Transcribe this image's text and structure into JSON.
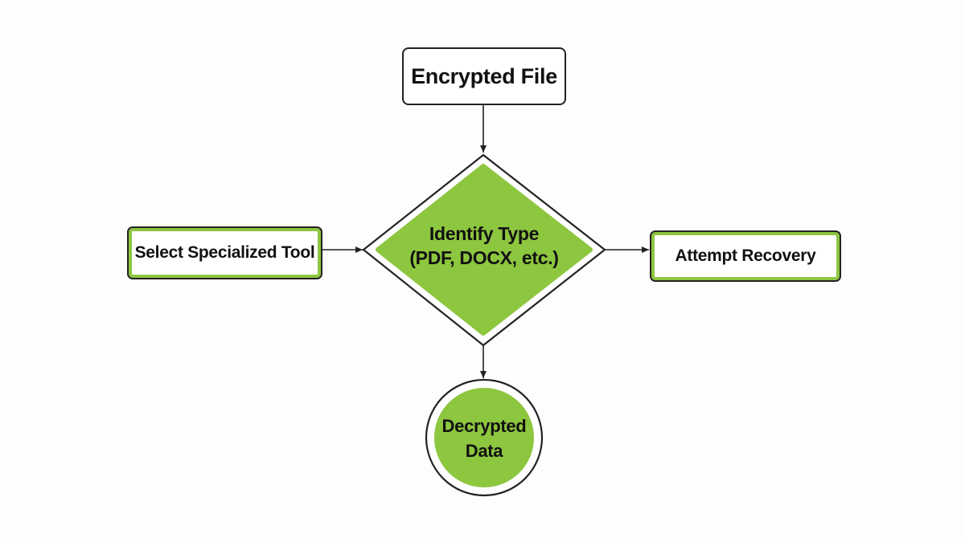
{
  "diagram": {
    "nodes": {
      "encrypted_file": "Encrypted File",
      "identify_type_line1": "Identify Type",
      "identify_type_line2": "(PDF, DOCX, etc.)",
      "select_tool": "Select Specialized Tool",
      "attempt_recovery": "Attempt Recovery",
      "decrypted_line1": "Decrypted",
      "decrypted_line2": "Data"
    },
    "colors": {
      "accent": "#8dc63f",
      "stroke": "#222222",
      "background": "#fdfdfd"
    }
  }
}
